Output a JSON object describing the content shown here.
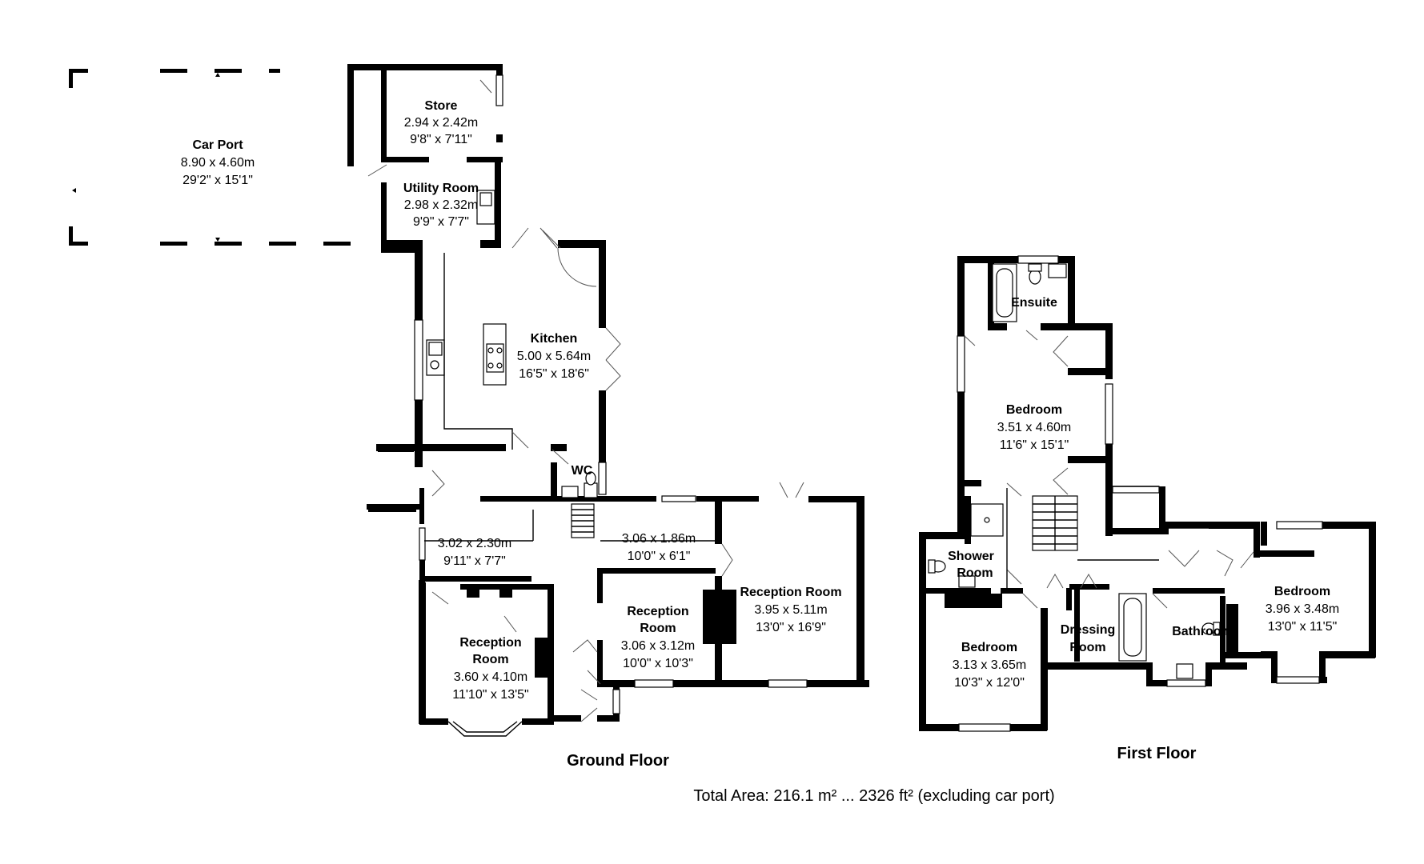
{
  "floors": [
    {
      "label": "Ground Floor"
    },
    {
      "label": "First Floor"
    }
  ],
  "rooms": [
    {
      "name": "Car Port",
      "metric": "8.90 x 4.60m",
      "imperial": "29'2\" x 15'1\""
    },
    {
      "name": "Store",
      "metric": "2.94 x 2.42m",
      "imperial": "9'8\" x 7'11\""
    },
    {
      "name": "Utility Room",
      "metric": "2.98 x 2.32m",
      "imperial": "9'9\" x 7'7\""
    },
    {
      "name": "Kitchen",
      "metric": "5.00 x 5.64m",
      "imperial": "16'5\" x 18'6\""
    },
    {
      "name": "WC",
      "metric": "",
      "imperial": ""
    },
    {
      "name": "",
      "metric": "3.02 x 2.30m",
      "imperial": "9'11\" x 7'7\""
    },
    {
      "name": "",
      "metric": "3.06 x 1.86m",
      "imperial": "10'0\" x 6'1\""
    },
    {
      "name": "Reception Room",
      "metric": "3.95 x 5.11m",
      "imperial": "13'0\" x 16'9\""
    },
    {
      "name": "Reception Room",
      "metric": "3.06 x 3.12m",
      "imperial": "10'0\" x 10'3\""
    },
    {
      "name": "Reception Room",
      "metric": "3.60 x 4.10m",
      "imperial": "11'10\" x 13'5\""
    },
    {
      "name": "Ensuite",
      "metric": "",
      "imperial": ""
    },
    {
      "name": "Bedroom",
      "metric": "3.51 x 4.60m",
      "imperial": "11'6\" x 15'1\""
    },
    {
      "name": "Shower Room",
      "metric": "",
      "imperial": ""
    },
    {
      "name": "Bedroom",
      "metric": "3.13 x 3.65m",
      "imperial": "10'3\" x 12'0\""
    },
    {
      "name": "Dressing Room",
      "metric": "",
      "imperial": ""
    },
    {
      "name": "Bathroom",
      "metric": "",
      "imperial": ""
    },
    {
      "name": "Bedroom",
      "metric": "3.96 x 3.48m",
      "imperial": "13'0\" x 11'5\""
    }
  ],
  "labels": {
    "reception_room_line1": "Reception",
    "reception_room_line2": "Room",
    "shower_room_line1": "Shower",
    "shower_room_line2": "Room",
    "dressing_room_line1": "Dressing",
    "dressing_room_line2": "Room"
  },
  "total_area": "Total Area: 216.1 m² ... 2326 ft² (excluding car port)"
}
